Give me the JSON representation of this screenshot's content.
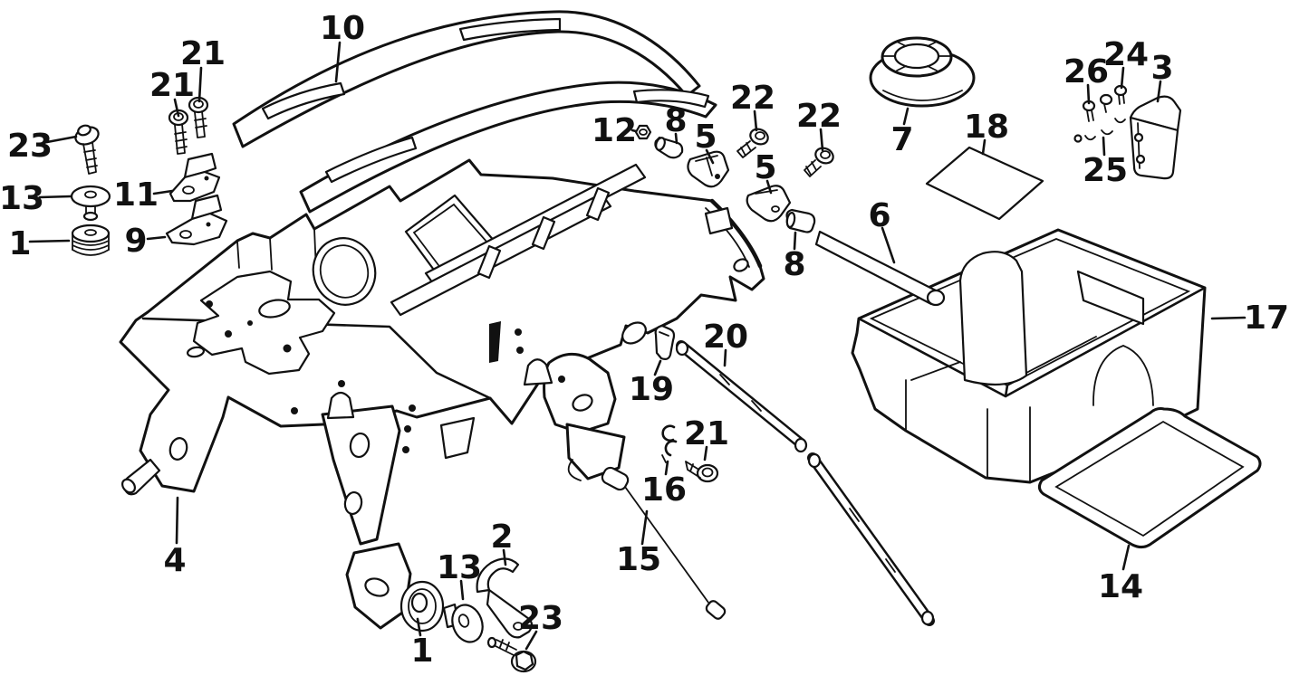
{
  "page": {
    "background_color": "#ffffff",
    "line_color": "#111111",
    "type": "exploded-parts-diagram"
  },
  "diagram": {
    "description": "frame body exploded parts figure",
    "callouts": [
      "10",
      "21",
      "21",
      "23",
      "13",
      "1",
      "11",
      "9",
      "12",
      "8",
      "5",
      "22",
      "22",
      "5",
      "8",
      "7",
      "18",
      "26",
      "24",
      "3",
      "25",
      "6",
      "17",
      "20",
      "19",
      "16",
      "21",
      "15",
      "2",
      "13",
      "1",
      "23",
      "4",
      "14"
    ]
  }
}
